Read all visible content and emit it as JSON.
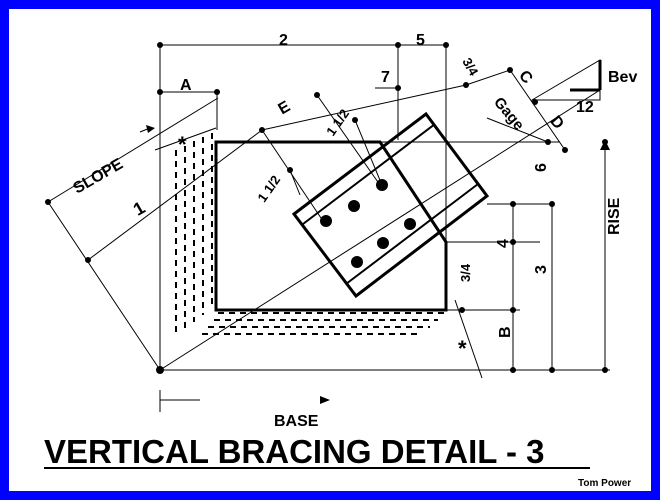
{
  "title": "VERTICAL BRACING DETAIL - 3",
  "credit": "Tom Power",
  "labels": {
    "dim_2": "2",
    "dim_5": "5",
    "dim_7": "7",
    "dim_3_4_top": "3/4",
    "dim_a": "A",
    "dim_e": "E",
    "dim_1_1_2_upper": "1 1/2",
    "dim_1_1_2_lower": "1 1/2",
    "dim_c": "C",
    "dim_gage": "Gage",
    "dim_d": "D",
    "bevel": "Bev",
    "bevel_run": "12",
    "slope": "SLOPE",
    "dim_1": "1",
    "dim_6": "6",
    "dim_4": "4",
    "dim_3": "3",
    "dim_3_4_right": "3/4",
    "dim_b": "B",
    "rise": "RISE",
    "base": "BASE",
    "asterisk_top": "*",
    "asterisk_bottom": "*"
  },
  "colors": {
    "frame": "#0000ff",
    "background": "#ffffff",
    "ink": "#000000"
  }
}
